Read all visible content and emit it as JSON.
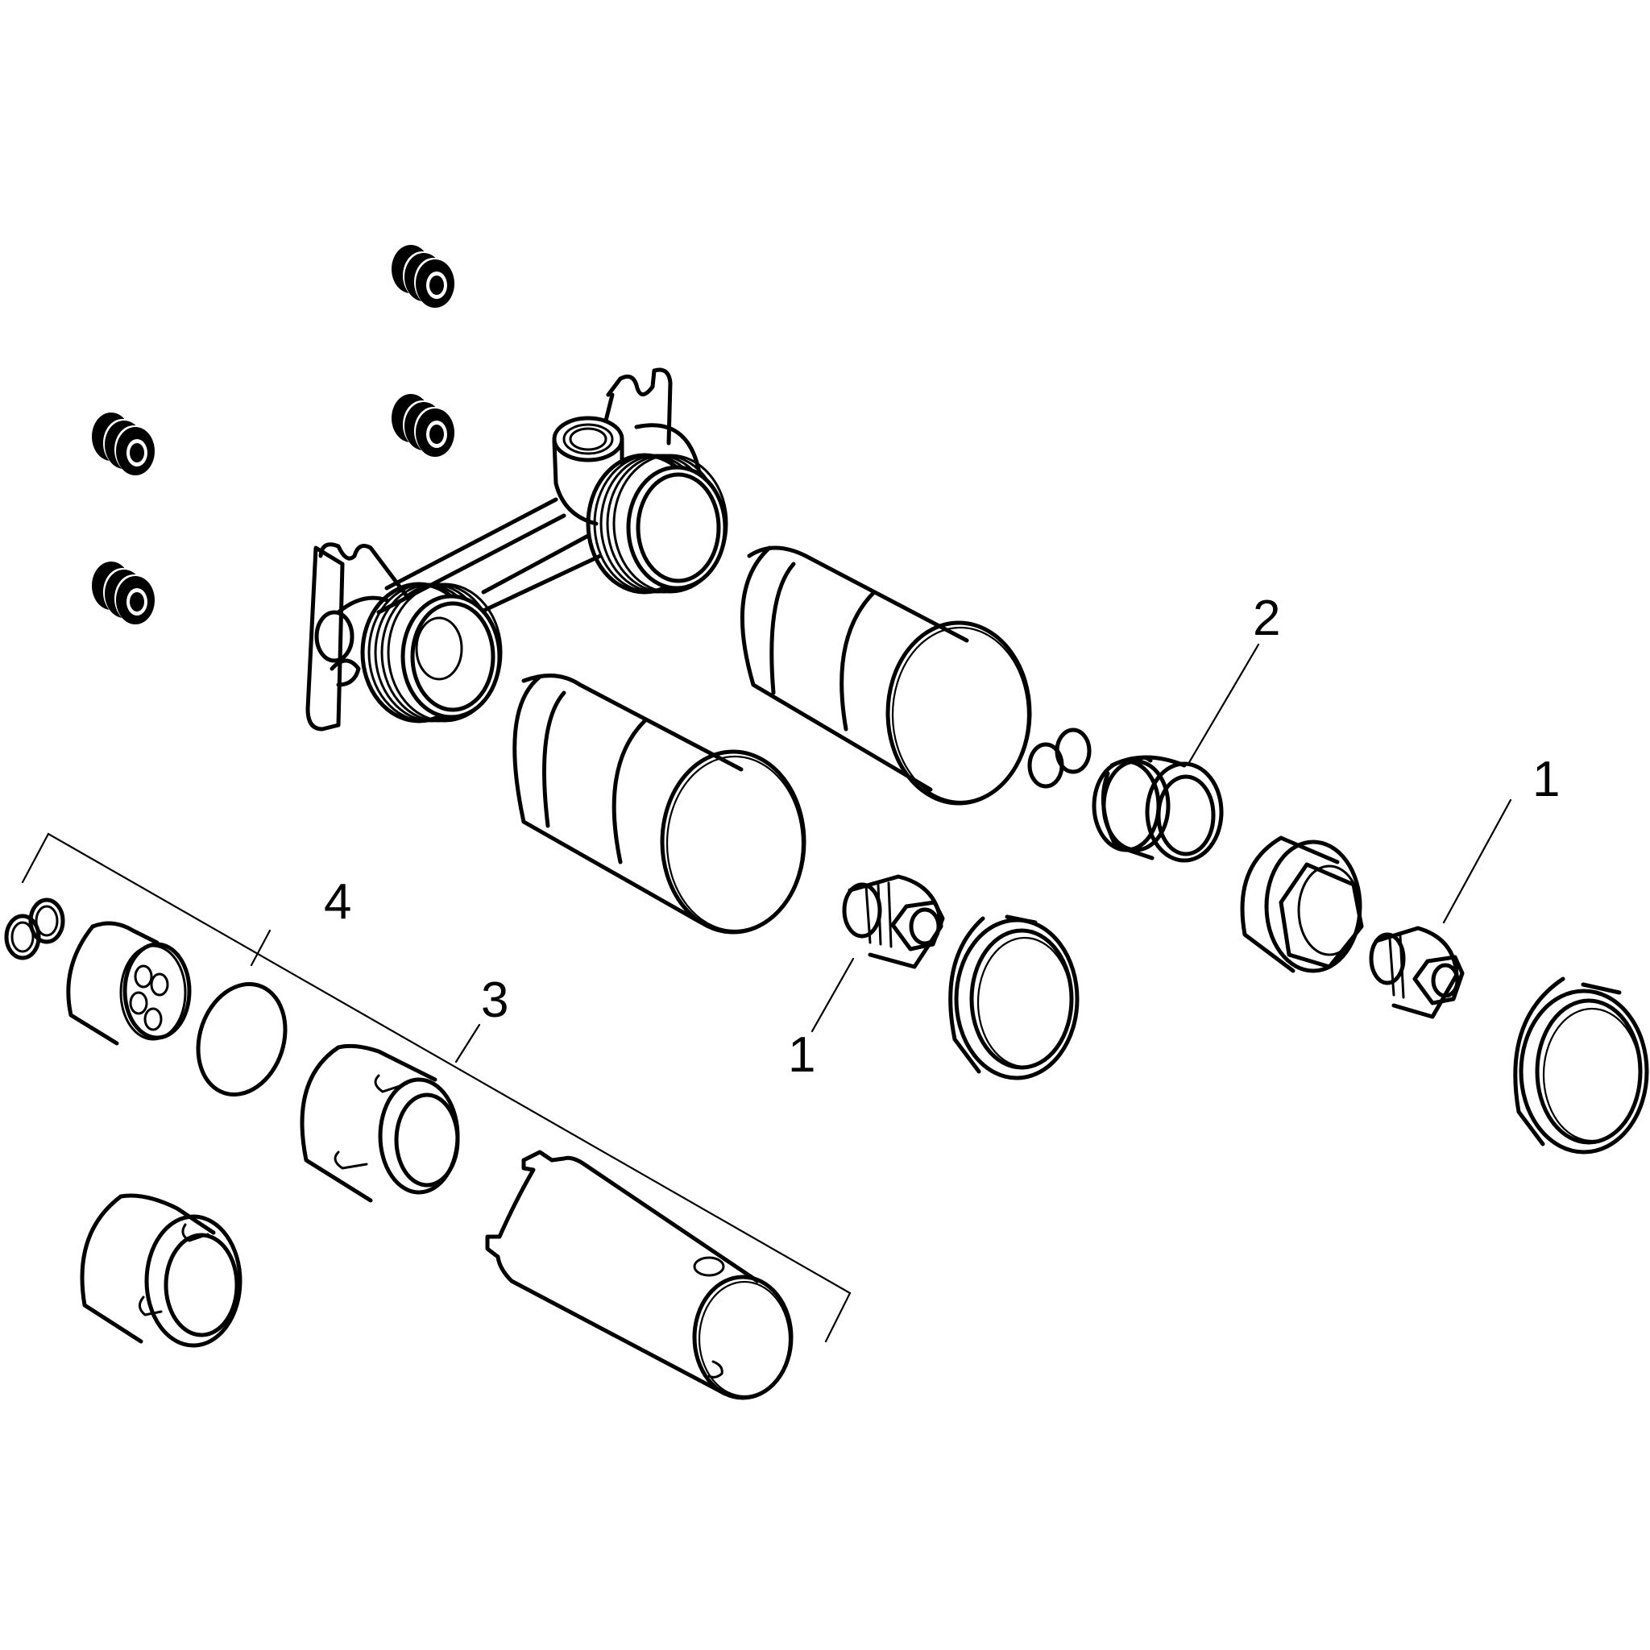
{
  "diagram": {
    "title": "Exploded parts view – concealed basin mixer rough-in set",
    "background": "#ffffff",
    "line_color": "#000000",
    "callouts": [
      {
        "id": "c2",
        "label": "2",
        "part": "flow-control-cartridge"
      },
      {
        "id": "c1a",
        "label": "1",
        "part": "hex-plug-left"
      },
      {
        "id": "c1b",
        "label": "1",
        "part": "hex-plug-right"
      },
      {
        "id": "c4",
        "label": "4",
        "part": "o-ring"
      },
      {
        "id": "c3",
        "label": "3",
        "part": "service-set-bracket"
      }
    ],
    "parts": [
      "rubber-grommet-x4",
      "rough-in-body",
      "extension-sleeve-upper",
      "extension-sleeve-lower",
      "double-seal",
      "flow-control-cartridge",
      "hex-plug",
      "cap-ring",
      "hex-nut-adapter",
      "valve-insert-with-seal",
      "o-ring",
      "bayonet-adapter",
      "mounting-tool-tube",
      "spare-bayonet-adapter"
    ]
  }
}
